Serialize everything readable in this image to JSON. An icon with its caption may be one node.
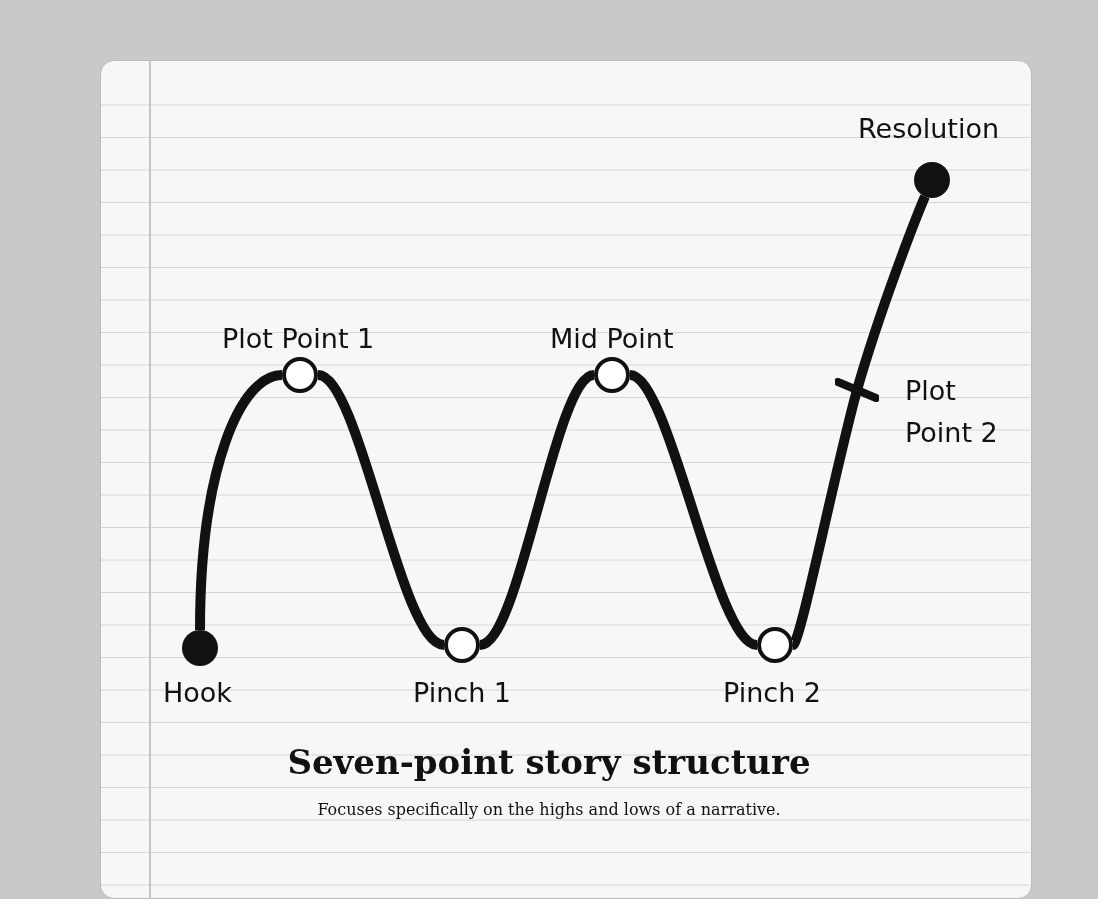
{
  "diagram": {
    "title": "Seven-point story structure",
    "caption": "Focuses specifically on the highs and lows of a narrative.",
    "nodes": [
      {
        "text": [
          "Hook"
        ]
      },
      {
        "text": [
          "Plot Point 1"
        ]
      },
      {
        "text": [
          "Pinch 1"
        ]
      },
      {
        "text": [
          "Mid Point"
        ]
      },
      {
        "text": [
          "Pinch 2"
        ]
      },
      {
        "text": [
          "Plot Point 2"
        ]
      },
      {
        "text": [
          "Resolution"
        ]
      }
    ],
    "edges": [
      {
        "from": 0,
        "to": 1,
        "arrow": "none"
      },
      {
        "from": 1,
        "to": 2,
        "arrow": "none"
      },
      {
        "from": 2,
        "to": 3,
        "arrow": "none"
      },
      {
        "from": 3,
        "to": 4,
        "arrow": "none"
      },
      {
        "from": 4,
        "to": 5,
        "arrow": "none"
      },
      {
        "from": 5,
        "to": 6,
        "arrow": "none"
      }
    ]
  }
}
